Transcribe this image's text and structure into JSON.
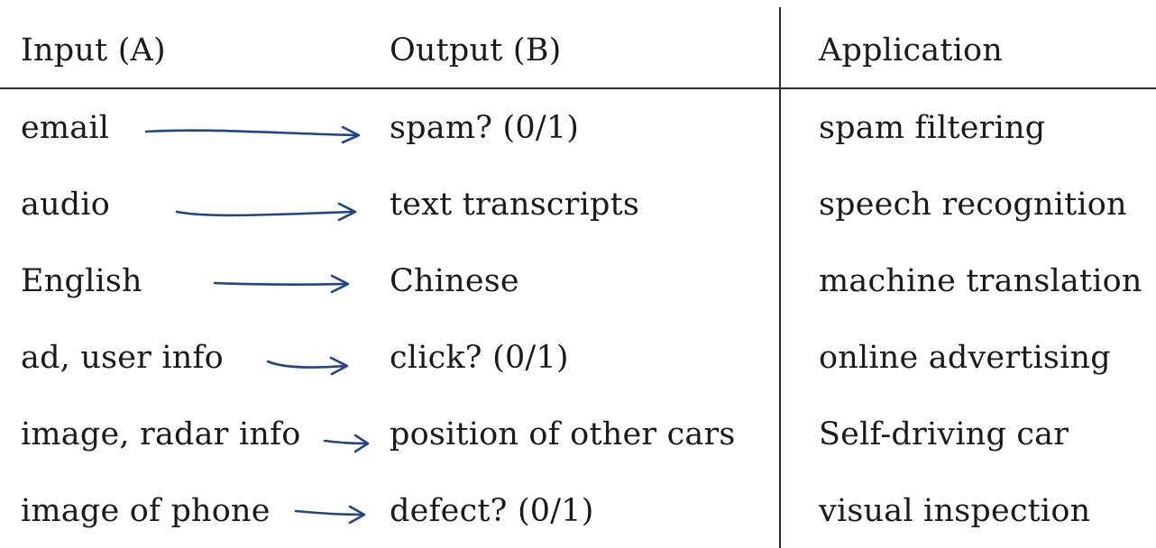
{
  "headers": {
    "input": "Input (A)",
    "output": "Output (B)",
    "application": "Application"
  },
  "rows": [
    {
      "input": "email",
      "output": "spam? (0/1)",
      "application": "spam filtering"
    },
    {
      "input": "audio",
      "output": "text transcripts",
      "application": "speech recognition"
    },
    {
      "input": "English",
      "output": "Chinese",
      "application": "machine translation"
    },
    {
      "input": "ad, user info",
      "output": "click? (0/1)",
      "application": "online advertising"
    },
    {
      "input": "image, radar info",
      "output": "position of other cars",
      "application": "Self-driving car"
    },
    {
      "input": "image of phone",
      "output": "defect? (0/1)",
      "application": "visual inspection"
    }
  ],
  "colors": {
    "arrow": "#25457f",
    "rule": "#2b2b2b",
    "text": "#1a1a1a"
  },
  "icons": {
    "mapping_arrow": "hand-drawn-right-arrow-icon"
  }
}
